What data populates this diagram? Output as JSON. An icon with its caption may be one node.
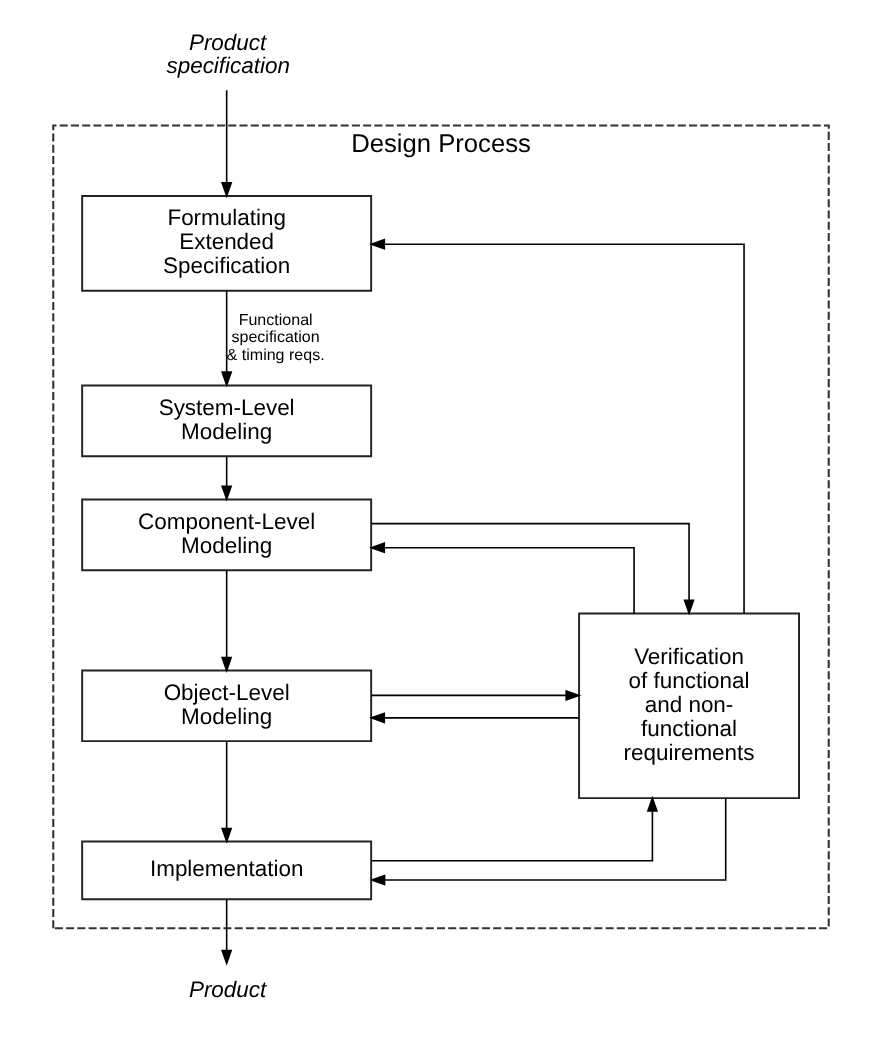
{
  "diagram": {
    "nodes": [
      {
        "text": [
          "Product specification"
        ]
      },
      {
        "text": [
          "Design Process"
        ]
      },
      {
        "text": [
          "Formulating Extended Specification"
        ],
        "in": 1
      },
      {
        "text": [
          "System-Level Modeling"
        ],
        "in": 1
      },
      {
        "text": [
          "Component-Level Modeling"
        ],
        "in": 1
      },
      {
        "text": [
          "Object-Level Modeling"
        ],
        "in": 1
      },
      {
        "text": [
          "Implementation"
        ],
        "in": 1
      },
      {
        "text": [
          "Verification of functional and non-functional requirements"
        ],
        "in": 1
      },
      {
        "text": [
          "Product"
        ]
      }
    ],
    "edges": [
      {
        "from": 0,
        "to": 2,
        "arrow": "to"
      },
      {
        "from": 2,
        "to": 3,
        "arrow": "to",
        "label": "Functional specification & timing reqs."
      },
      {
        "from": 3,
        "to": 4,
        "arrow": "to"
      },
      {
        "from": 4,
        "to": 5,
        "arrow": "to"
      },
      {
        "from": 5,
        "to": 6,
        "arrow": "to"
      },
      {
        "from": 4,
        "to": 7,
        "arrow": "to"
      },
      {
        "from": 7,
        "to": 4,
        "arrow": "to"
      },
      {
        "from": 5,
        "to": 7,
        "arrow": "to"
      },
      {
        "from": 7,
        "to": 5,
        "arrow": "to"
      },
      {
        "from": 6,
        "to": 7,
        "arrow": "to"
      },
      {
        "from": 7,
        "to": 6,
        "arrow": "to"
      },
      {
        "from": 7,
        "to": 2,
        "arrow": "to"
      },
      {
        "from": 6,
        "to": 8,
        "arrow": "to"
      }
    ]
  }
}
